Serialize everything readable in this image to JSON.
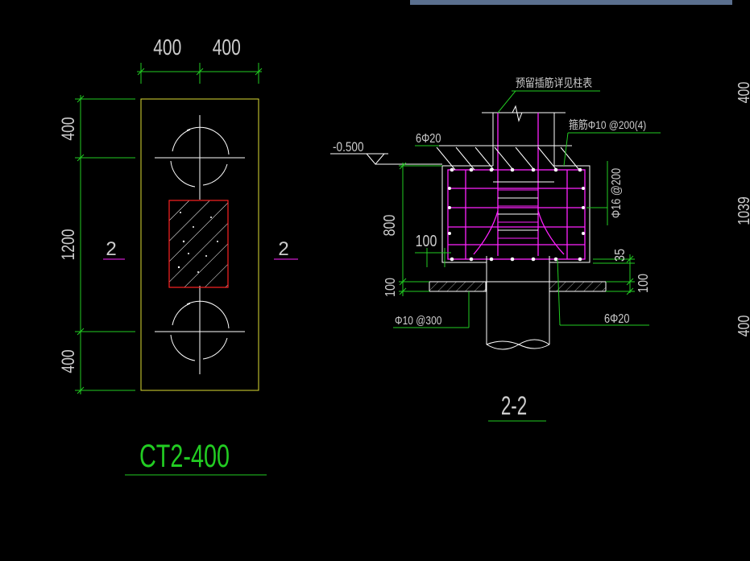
{
  "colors": {
    "background": "#000000",
    "dimension": "#22cc22",
    "text": "#cccccc",
    "outline": "#dddd33",
    "column": "#ff2222",
    "rebar": "#ff22ff",
    "pile": "#ffffff",
    "topbar": "#5a6f8e"
  },
  "plan": {
    "title": "CT2-400",
    "dim_top": [
      "400",
      "400"
    ],
    "dim_left": [
      "400",
      "1200",
      "400"
    ],
    "section_marks": [
      "2",
      "2"
    ]
  },
  "section": {
    "title": "2-2",
    "note_top": "预留插筋详见柱表",
    "stirrup_note": "箍筋Φ10 @200(4)",
    "top_bars": "6Φ20",
    "elevation": "-0.500",
    "side_bars": "Φ16 @200",
    "dims_left": [
      "800",
      "100",
      "100"
    ],
    "dims_right": [
      "35",
      "100"
    ],
    "bottom_left": "Φ10 @300",
    "bottom_right": "6Φ20"
  },
  "edge_dims": [
    "400",
    "1039",
    "400"
  ]
}
